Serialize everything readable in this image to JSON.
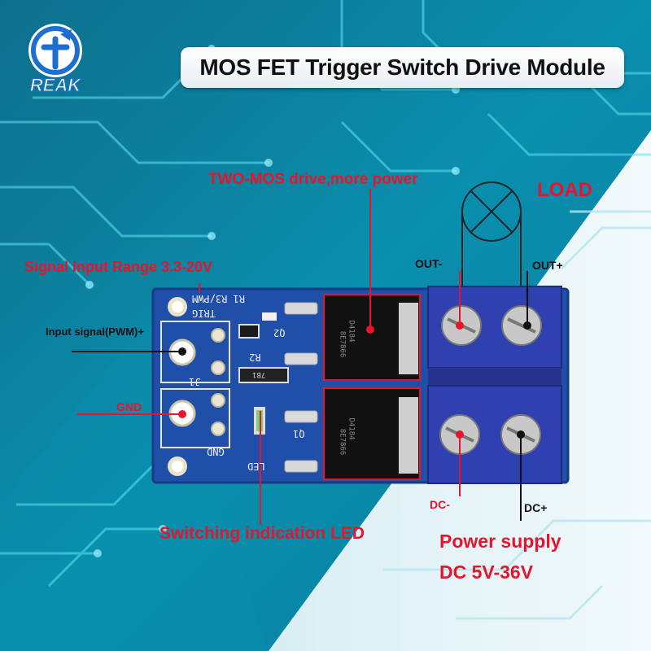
{
  "title": "MOS FET Trigger Switch Drive Module",
  "logo": {
    "text": "REAK"
  },
  "annotations": {
    "two_mos": "TWO-MOS drive,more power",
    "load": "LOAD",
    "signal_range": "Signal Input Range 3.3-20V",
    "out_minus": "OUT-",
    "out_plus": "OUT+",
    "input_signal": "Input signal(PWM)+",
    "gnd": "GND",
    "dc_minus": "DC-",
    "dc_plus": "DC+",
    "led": "Switching indication LED",
    "power_supply": "Power supply",
    "power_range": "DC 5V-36V"
  },
  "pcb": {
    "r1r3pwm": "R1 R3/PWM",
    "trig": "TRIG",
    "q2": "Q2",
    "r2": "R2",
    "r1_chip": "7B1",
    "q1": "Q1",
    "j1": "J1",
    "gnd": "GND",
    "led": "LED",
    "mos_code_a": "D4184",
    "mos_code_b": "8E7866"
  },
  "colors": {
    "accent_red": "#e8142b",
    "pcb_blue": "#1f4fa8",
    "terminal_blue": "#2f41b0",
    "bg_teal": "#0a8aa6"
  }
}
